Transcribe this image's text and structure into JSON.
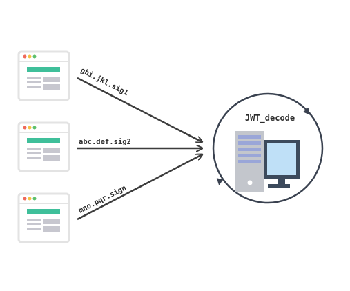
{
  "server": {
    "label": "JWT_decode"
  },
  "tokens": [
    {
      "label": "ghi.jkl.sig1"
    },
    {
      "label": "abc.def.sig2"
    },
    {
      "label": "mno.pqr.sign"
    }
  ],
  "colors": {
    "arrow": "#3c3c3c",
    "card_border": "#e3e3e3",
    "dot_red": "#ef6a5a",
    "dot_yellow": "#f5c143",
    "dot_green": "#5ec06b",
    "accent": "#3fbf9a",
    "bar": "#c7c7cf",
    "circle": "#3a4250",
    "tower": "#c3c6cc",
    "drive": "#9aa6d8",
    "monitor_frame": "#3c4a5c",
    "screen": "#bfe0f7"
  }
}
